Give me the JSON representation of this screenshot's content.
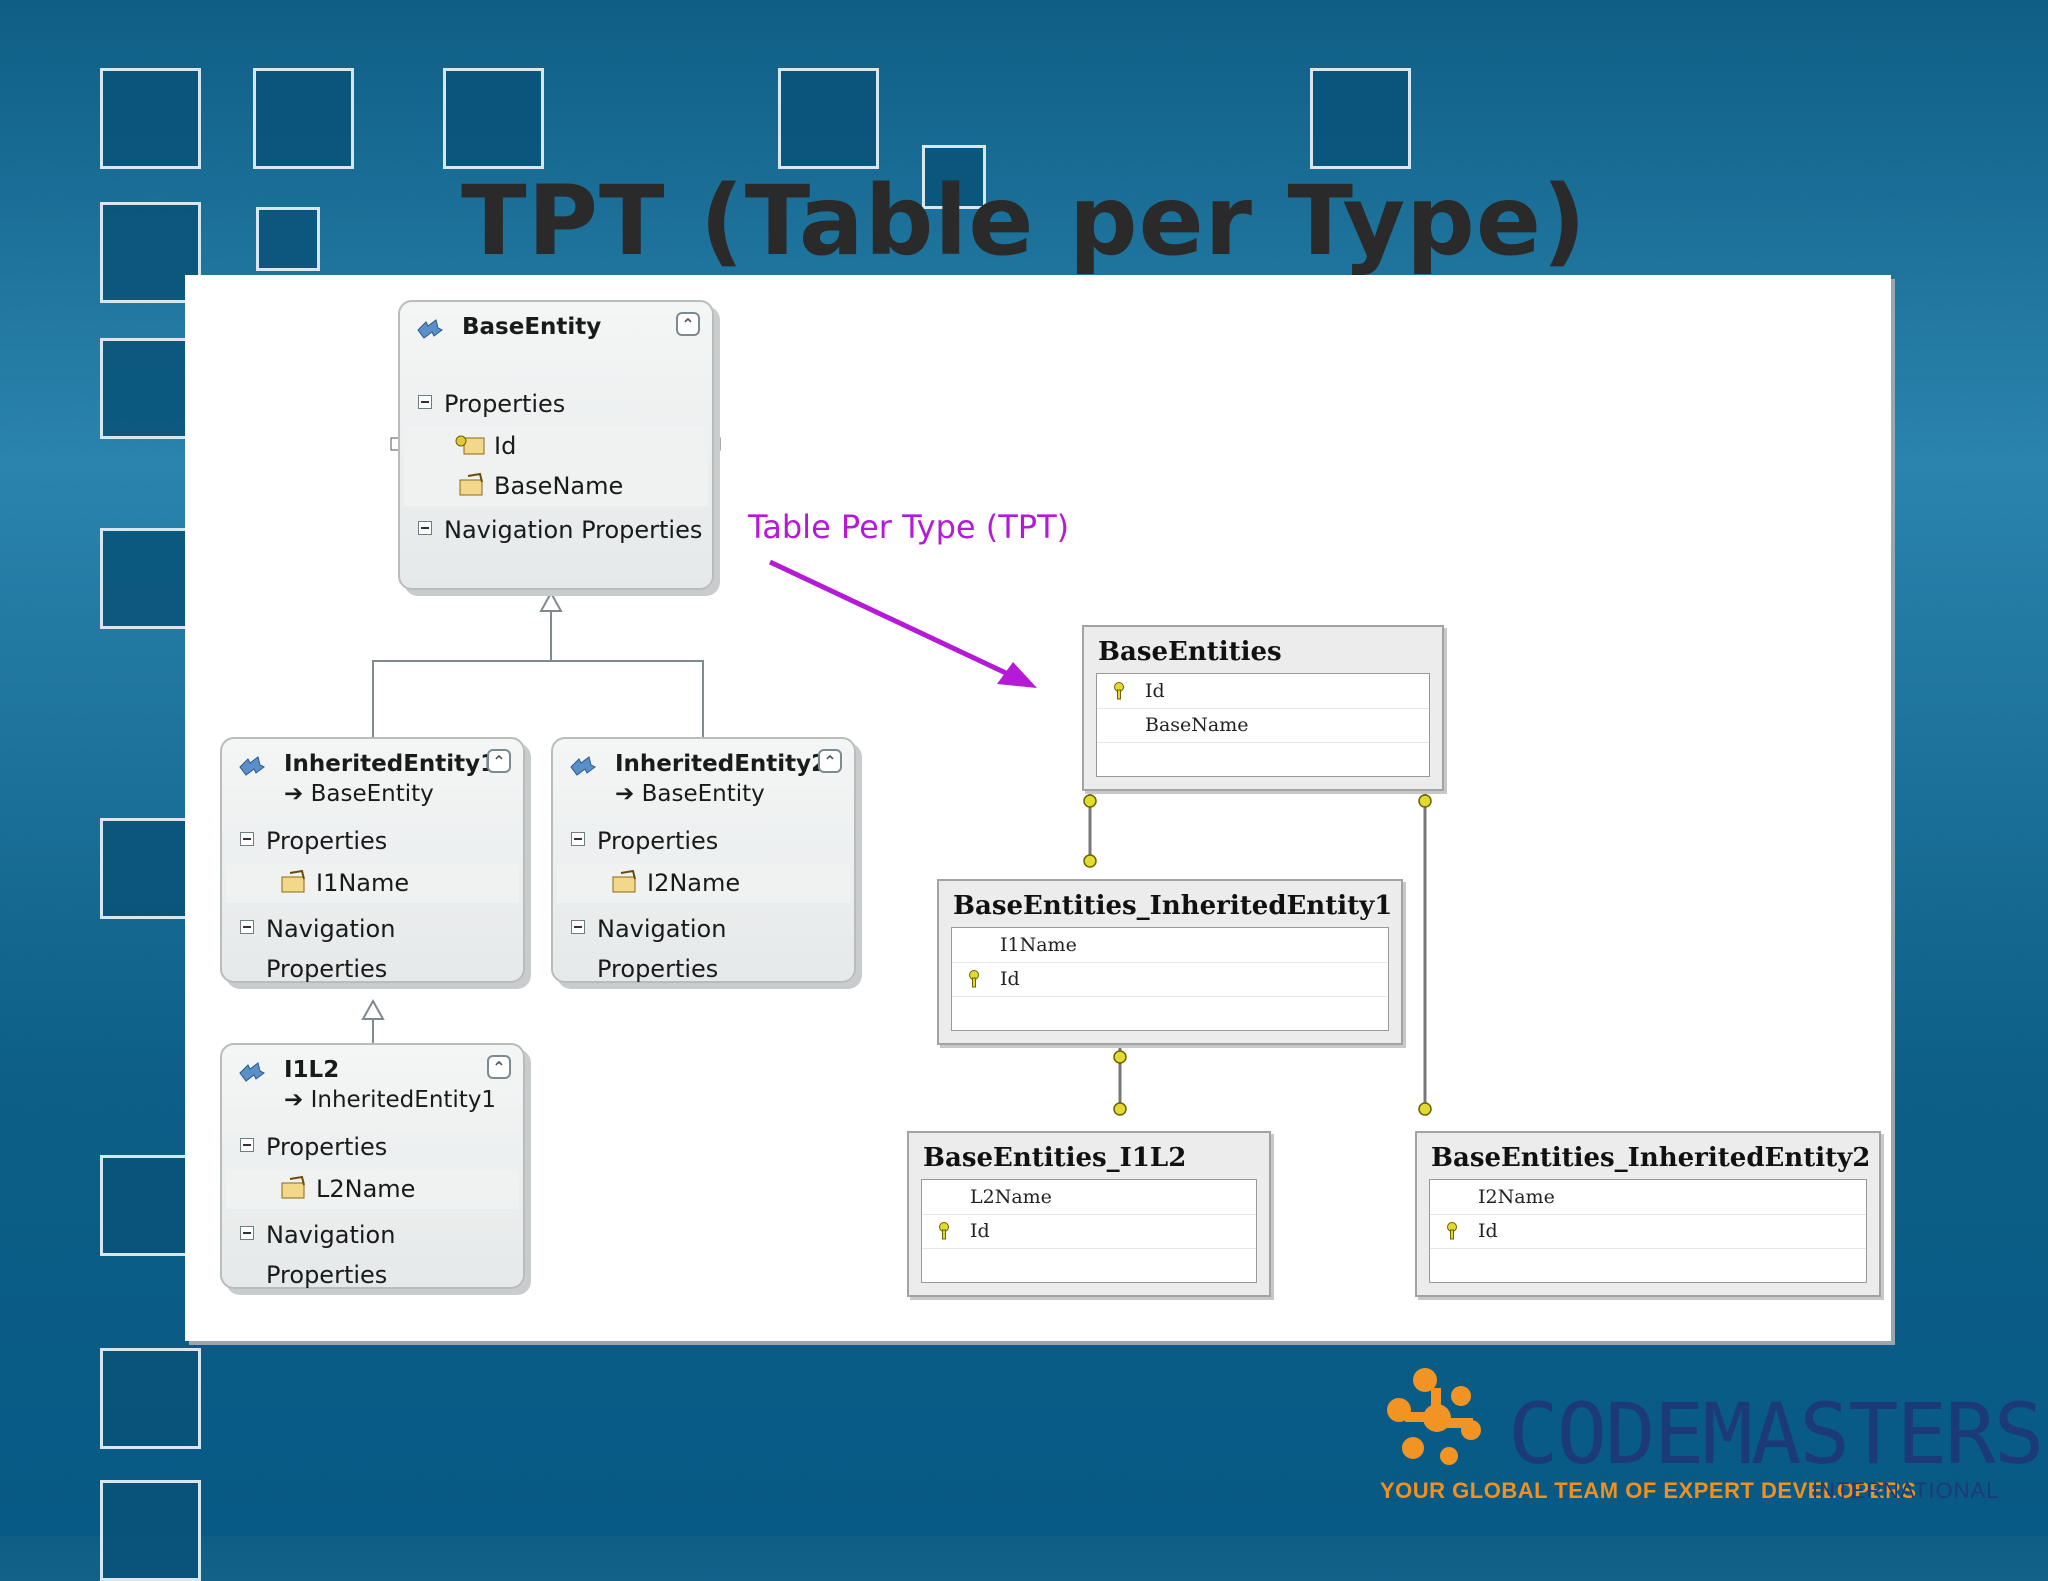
{
  "slide": {
    "title": "TPT (Table per Type)"
  },
  "annotation": "Table Per Type (TPT)",
  "entities": {
    "base": {
      "name": "BaseEntity",
      "properties_label": "Properties",
      "props": [
        "Id",
        "BaseName"
      ],
      "nav_label": "Navigation Properties"
    },
    "inherited1": {
      "name": "InheritedEntity1",
      "base": "➔ BaseEntity",
      "properties_label": "Properties",
      "props": [
        "I1Name"
      ],
      "nav_label": "Navigation Properties"
    },
    "inherited2": {
      "name": "InheritedEntity2",
      "base": "➔ BaseEntity",
      "properties_label": "Properties",
      "props": [
        "I2Name"
      ],
      "nav_label": "Navigation Properties"
    },
    "i1l2": {
      "name": "I1L2",
      "base": "➔ InheritedEntity1",
      "properties_label": "Properties",
      "props": [
        "L2Name"
      ],
      "nav_label": "Navigation Properties"
    }
  },
  "tables": {
    "base_entities": {
      "name": "BaseEntities",
      "rows": [
        "Id",
        "BaseName"
      ]
    },
    "base_entities_inh1": {
      "name": "BaseEntities_InheritedEntity1",
      "rows": [
        "I1Name",
        "Id"
      ]
    },
    "base_entities_i1l2": {
      "name": "BaseEntities_I1L2",
      "rows": [
        "L2Name",
        "Id"
      ]
    },
    "base_entities_inh2": {
      "name": "BaseEntities_InheritedEntity2",
      "rows": [
        "I2Name",
        "Id"
      ]
    }
  },
  "logo": {
    "brand": "CODEMASTERS",
    "tagline": "YOUR GLOBAL TEAM OF EXPERT DEVELOPERS",
    "suffix": "INTERNATIONAL"
  },
  "colors": {
    "background": "#0f5e86",
    "annotation": "#b51bd6",
    "logo_orange": "#f09020",
    "logo_blue": "#1c3a78"
  }
}
